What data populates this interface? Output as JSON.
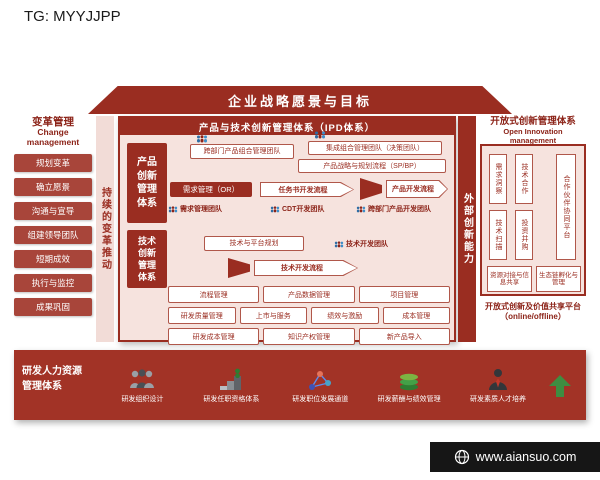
{
  "page": {
    "watermark_top": "TG: MYYJJPP",
    "watermark_bottom": "www.aiansuo.com"
  },
  "roof": {
    "title": "企业战略愿景与目标"
  },
  "change": {
    "title_cn": "变革管理",
    "title_en": "Change management",
    "items": [
      "规划变革",
      "确立愿景",
      "沟通与宣导",
      "组建领导团队",
      "短期成效",
      "执行与监控",
      "成果巩固"
    ],
    "driver": "持续的变革推动"
  },
  "center": {
    "title": "产品与技术创新管理体系（IPD体系）",
    "product_system": "产品创新管理体系",
    "tech_system": "技术创新管理体系",
    "pmt": "跨部门产品组合管理团队",
    "ipmt": "集成组合管理团队（决策团队）",
    "spbp": "产品战略与规划流程（SP/BP）",
    "or": "需求管理（OR）",
    "charter_flow": "任务书开发流程",
    "rmt": "需求管理团队",
    "cdt": "CDT开发团队",
    "pdt": "跨部门产品开发团队",
    "pd_flow": "产品开发流程",
    "tech_plan": "技术与平台规划",
    "tdt": "技术开发团队",
    "tech_flow": "技术开发流程",
    "support_rows": [
      [
        "流程管理",
        "产品数据管理",
        "项目管理"
      ],
      [
        "研发质量管理",
        "上市与服务",
        "绩效与激励",
        "成本管理"
      ],
      [
        "研发成本管理",
        "知识产权管理",
        "新产品导入"
      ]
    ]
  },
  "external": {
    "label": "外部创新能力"
  },
  "open_innovation": {
    "title_cn": "开放式创新管理体系",
    "title_en": "Open Innovation management",
    "cells": [
      "需求洞察",
      "技术合作",
      "技术扫描",
      "投资并购"
    ],
    "partner": "合作伙伴协同平台",
    "bottom_cells": [
      "资源对接与信息共享",
      "生态链孵化与管理"
    ],
    "platform_cn": "开放式创新及价值共享平台",
    "platform_en": "（online/offline）"
  },
  "hr": {
    "title": "研发人力资源管理体系",
    "items": [
      "研发组织设计",
      "研发任职资格体系",
      "研发职位发展通道",
      "研发薪酬与绩效管理",
      "研发素质人才培养"
    ]
  }
}
